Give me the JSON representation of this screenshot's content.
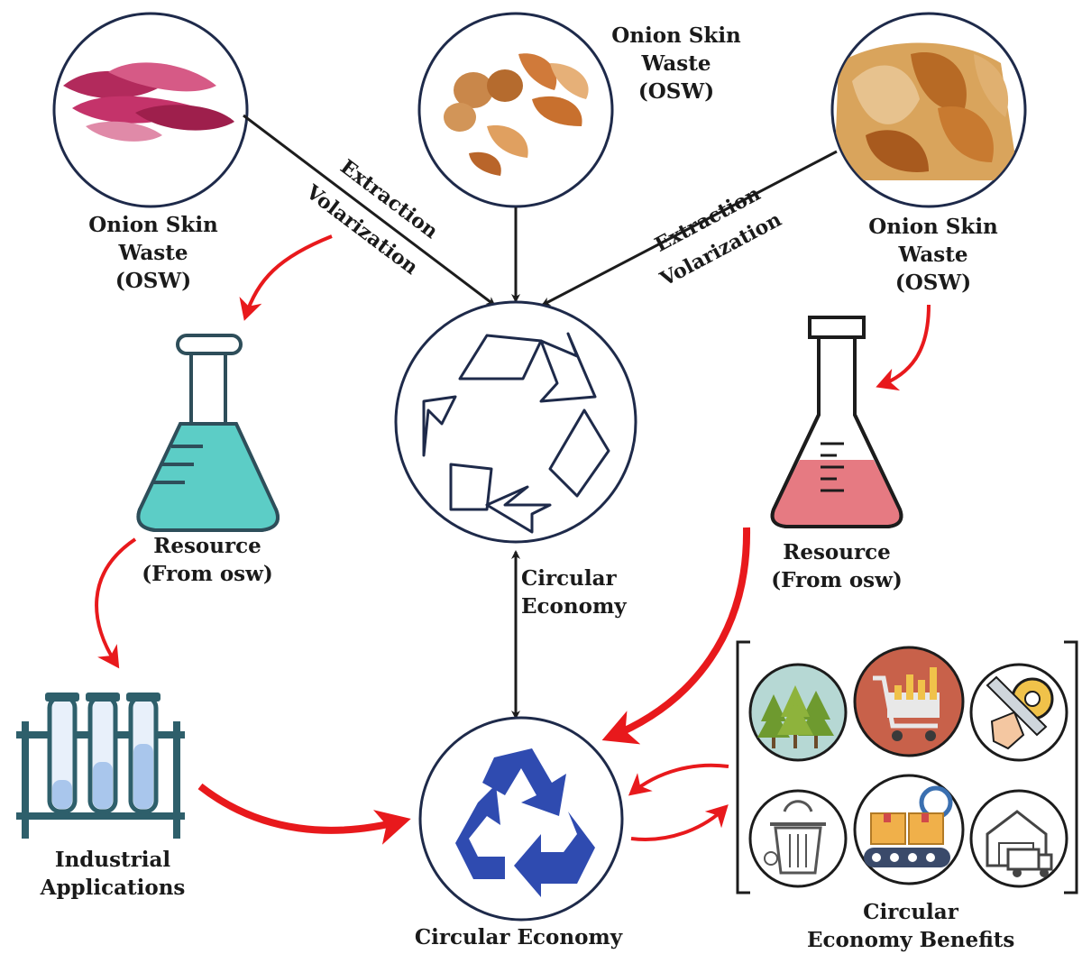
{
  "labels": {
    "osw_left": [
      "Onion Skin",
      "Waste",
      "(OSW)"
    ],
    "osw_top": [
      "Onion Skin",
      "Waste",
      "(OSW)"
    ],
    "osw_right": [
      "Onion Skin",
      "Waste",
      "(OSW)"
    ],
    "extraction_left": "Extraction",
    "volarization_left": "Volarization",
    "extraction_right": "Extraction",
    "volarization_right": "Volarization",
    "resource_left": [
      "Resource",
      "(From osw)"
    ],
    "resource_right": [
      "Resource",
      "(From osw)"
    ],
    "circular_economy_mid": [
      "Circular",
      "Economy"
    ],
    "industrial": [
      "Industrial",
      "Applications"
    ],
    "circular_economy_bottom": "Circular Economy",
    "benefits": [
      "Circular",
      "Economy Benefits"
    ]
  },
  "colors": {
    "red_arrow": "#e8191c",
    "dark_line": "#1c1c1c",
    "circle_stroke": "#1e2a4a",
    "flask_left_liquid": "#5ccdc6",
    "flask_right_liquid": "#e67a82",
    "recycle_blue": "#2f4bb0",
    "tube_teal": "#2e5f6b",
    "tube_liquid": "#a9c6ec",
    "onion_red": "#c4336a",
    "onion_brown": "#c8702e"
  },
  "icons": {
    "recycle_top": "recycle-outline-icon",
    "recycle_bottom": "recycle-solid-icon",
    "flask_left": "flask-icon",
    "flask_right": "flask-icon",
    "tubes": "test-tubes-icon",
    "benefits": [
      "trees-icon",
      "shopping-cart-icon",
      "gear-wrench-icon",
      "trash-bin-icon",
      "conveyor-boxes-icon",
      "warehouse-truck-icon"
    ]
  }
}
